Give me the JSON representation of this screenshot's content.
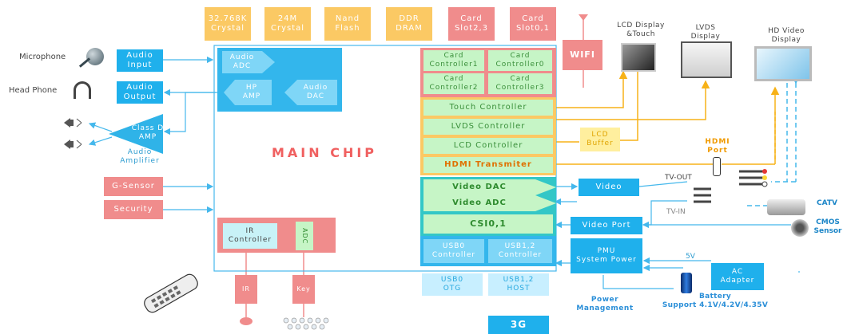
{
  "top": {
    "crystal32k": "32.768K\nCrystal",
    "crystal24m": "24M\nCrystal",
    "nand": "Nand\nFlash",
    "ddr": "DDR\nDRAM",
    "slot23": "Card\nSlot2,3",
    "slot01": "Card\nSlot0,1"
  },
  "left": {
    "microphone": "Microphone",
    "headphone": "Head Phone",
    "audio_input": "Audio\nInput",
    "audio_output": "Audio\nOutput",
    "classd": "Class D\nAMP",
    "audio_amp": "Audio\nAmplifier",
    "gsensor": "G-Sensor",
    "security": "Security",
    "ir": "IR",
    "key": "Key"
  },
  "chip": {
    "title": "MAIN CHIP",
    "audio_adc": "Audio\nADC",
    "hp_amp": "HP\nAMP",
    "audio_dac": "Audio\nDAC",
    "ir_ctrl": "IR\nController",
    "adc": "ADC",
    "card1": "Card\nController1",
    "card0": "Card\nController0",
    "card2": "Card\nController2",
    "card3": "Card\nController3",
    "touch": "Touch Controller",
    "lvds": "LVDS Controller",
    "lcd": "LCD Controller",
    "hdmi": "HDMI Transmiter",
    "vdac": "Video DAC",
    "vadc": "Video ADC",
    "csi": "CSI0,1",
    "usb0": "USB0\nController",
    "usb12": "USB1,2\nController"
  },
  "right": {
    "wifi": "WIFI",
    "lcd_touch": "LCD Display\n&Touch",
    "lvds_disp": "LVDS\nDisplay",
    "hd_video": "HD Video\nDisplay",
    "lcd_buffer": "LCD\nBuffer",
    "hdmi_port": "HDMI\nPort",
    "tv_out": "TV-OUT",
    "tv_in": "TV-IN",
    "video": "Video",
    "video_port": "Video Port",
    "catv": "CATV",
    "cmos": "CMOS\nSensor",
    "pmu": "PMU\nSystem Power",
    "v5": "5V",
    "ac": "AC\nAdapter",
    "battery": "Battery\nSupport 4.1V/4.2V/4.35V",
    "power_mgmt": "Power\nManagement",
    "usb0_otg": "USB0\nOTG",
    "usb12_host": "USB1,2\nHOST",
    "g3": "3G"
  },
  "colors": {
    "orange": "#fbc964",
    "pink": "#f08c8c",
    "blue": "#1fb0ec",
    "green": "#c6f5c6",
    "teal": "#33c7c7",
    "arrow": "#45b8ec",
    "yellow": "#f7b218"
  }
}
